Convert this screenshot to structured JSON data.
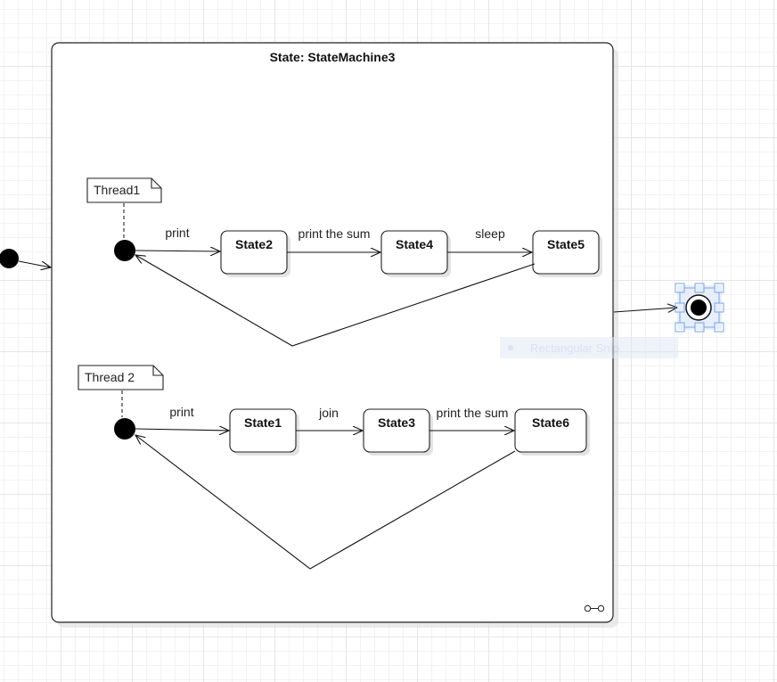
{
  "diagram": {
    "container_title": "State: StateMachine3",
    "container_icon": "link-icon",
    "threads": [
      {
        "note": "Thread1",
        "transitions": [
          "print",
          "print the sum",
          "sleep"
        ],
        "states": [
          "State2",
          "State4",
          "State5"
        ]
      },
      {
        "note": "Thread 2",
        "transitions": [
          "print",
          "join",
          "print the sum"
        ],
        "states": [
          "State1",
          "State3",
          "State6"
        ]
      }
    ],
    "ghost_label": "Rectangular Snip",
    "selection_color": "#7aa6e8"
  }
}
